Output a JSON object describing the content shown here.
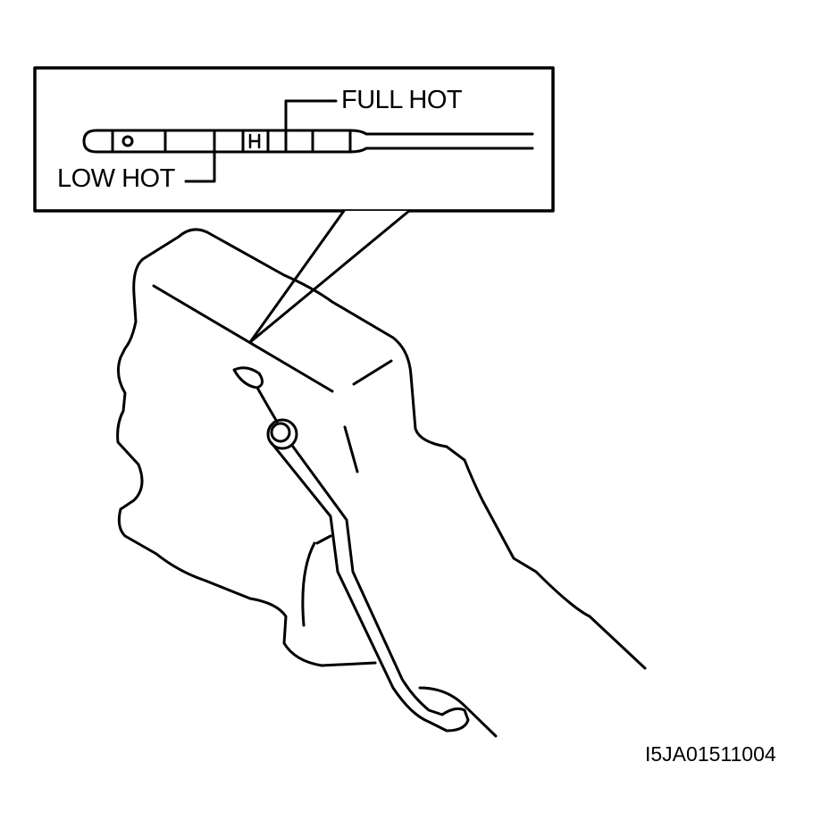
{
  "callout": {
    "full_hot_label": "FULL HOT",
    "low_hot_label": "LOW HOT"
  },
  "figure_code": "I5JA01511004",
  "colors": {
    "ink": "#000000",
    "paper": "#ffffff"
  }
}
